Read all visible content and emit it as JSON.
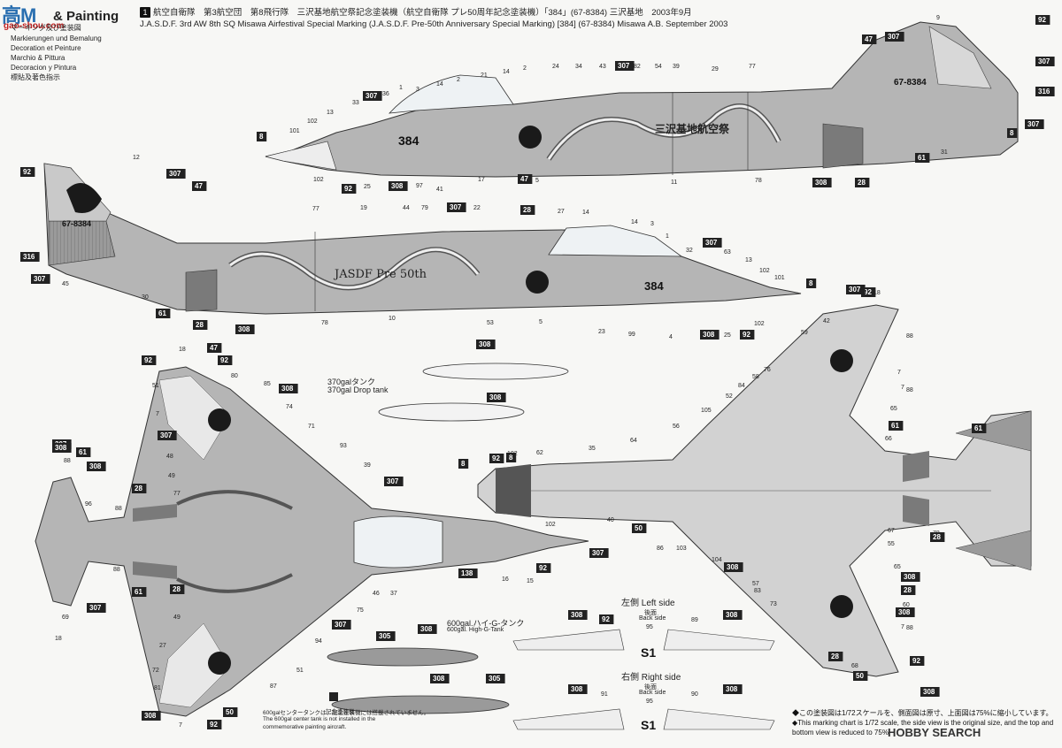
{
  "watermark": {
    "site": "高M",
    "site_sub": "gao-shou.com"
  },
  "page_title": "& Painting",
  "languages": [
    "Markierungen und Bemalung",
    "Decoration et Peinture",
    "Marchio & Pittura",
    "Decoracion y Pintura",
    "標貼及著色指示"
  ],
  "languages_top": "マーキング及び塗装図",
  "header": {
    "num": "1",
    "jp": "航空自衛隊　第3航空団　第8飛行隊　三沢基地航空祭記念塗装機（航空自衛隊 プレ50周年記念塗装機）「384」(67-8384) 三沢基地　2003年9月",
    "en": "J.A.S.D.F. 3rd AW 8th SQ Misawa Airfestival Special Marking (J.A.S.D.F. Pre-50th Anniversary Special Marking) [384] (67-8384) Misawa A.B. September 2003"
  },
  "aircraft": {
    "nose_number": "384",
    "tail_number": "67-8384",
    "jasdf_text": "JASDF Pre 50th",
    "misawa_text": "三沢基地航空祭"
  },
  "drop_tank": {
    "jp": "370galタンク",
    "en": "370gal Drop tank"
  },
  "center_tank": {
    "jp": "600gal.ハイ-G-タンク",
    "en": "600gal. High-G-Tank"
  },
  "center_note": {
    "jp": "600galセンタータンクは、記念塗装機には搭載されていません。",
    "en1": "The 600gal center tank is not installed in the",
    "en2": "commemorative painting aircraft."
  },
  "legend_icon": "記念塗装機",
  "left_side": {
    "jp": "左側",
    "en": "Left side",
    "back_jp": "後面",
    "back_en": "Back side"
  },
  "right_side": {
    "jp": "右側",
    "en": "Right side",
    "back_jp": "後面",
    "back_en": "Back side"
  },
  "s1_label": "S1",
  "scale_note": {
    "jp": "◆この塗装図は1/72スケールを、側面図は原寸、上面図は75%に縮小しています。",
    "en1": "◆This marking chart is 1/72 scale, the side view is the original size, and the top and",
    "en2": "bottom view is reduced to 75%."
  },
  "footer": "HOBBY SEARCH",
  "colors": {
    "paint_gray": "#b5b5b5",
    "dark_gray": "#7a7a7a",
    "roundel_red": "#1a1a1a",
    "box": "#222222"
  },
  "callouts": {
    "side_top": [
      "8",
      "307",
      "33",
      "36",
      "1",
      "3",
      "14",
      "2",
      "21",
      "14",
      "2",
      "24",
      "34",
      "43",
      "307",
      "82",
      "54",
      "39",
      "29",
      "77",
      "92",
      "9",
      "47",
      "307",
      "307",
      "316",
      "307",
      "8",
      "101",
      "102",
      "13",
      "97",
      "41",
      "17",
      "47",
      "5",
      "11",
      "78",
      "308",
      "28",
      "61",
      "31",
      "102",
      "92",
      "25",
      "308"
    ],
    "side_bottom": [
      "12",
      "92",
      "307",
      "47",
      "77",
      "19",
      "44",
      "79",
      "307",
      "22",
      "28",
      "27",
      "14",
      "14",
      "3",
      "1",
      "307",
      "32",
      "63",
      "13",
      "102",
      "101",
      "8",
      "316",
      "307",
      "45",
      "30",
      "61",
      "28",
      "308",
      "78",
      "10",
      "53",
      "5",
      "23",
      "99",
      "4",
      "308",
      "25",
      "92",
      "102"
    ],
    "top_view": [
      "92",
      "18",
      "47",
      "92",
      "51",
      "80",
      "85",
      "308",
      "7",
      "74",
      "307",
      "71",
      "48",
      "93",
      "39",
      "49",
      "307",
      "77",
      "28",
      "96",
      "307",
      "88",
      "88",
      "61",
      "28",
      "49",
      "46",
      "37",
      "27",
      "307",
      "75",
      "94",
      "72",
      "81",
      "51",
      "87",
      "308",
      "7",
      "92",
      "50",
      "18",
      "69",
      "307",
      "88",
      "308",
      "61",
      "308",
      "307",
      "8",
      "102",
      "16",
      "15",
      "92",
      "138"
    ],
    "bottom_view": [
      "92",
      "18",
      "42",
      "307",
      "88",
      "59",
      "7",
      "7",
      "88",
      "76",
      "84",
      "58",
      "52",
      "105",
      "56",
      "64",
      "65",
      "61",
      "66",
      "35",
      "62",
      "102",
      "92",
      "8",
      "40",
      "50",
      "86",
      "103",
      "104",
      "55",
      "67",
      "57",
      "83",
      "308",
      "73",
      "65",
      "308",
      "28",
      "308",
      "7",
      "60",
      "88",
      "28",
      "68",
      "50",
      "92",
      "308",
      "61",
      "78",
      "28"
    ],
    "tanks": [
      "308",
      "308",
      "308",
      "305",
      "308",
      "305"
    ],
    "left_side_views": [
      "308",
      "92",
      "89",
      "308",
      "95"
    ],
    "right_side_views": [
      "308",
      "91",
      "90",
      "308",
      "95"
    ]
  }
}
